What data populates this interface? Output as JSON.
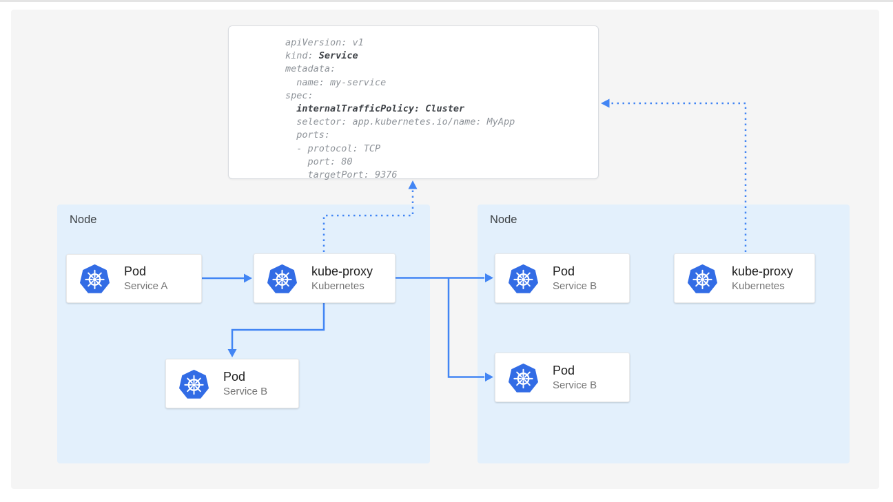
{
  "colors": {
    "page_bg": "#ffffff",
    "top_strip": "#e4e4e4",
    "panel_bg": "#f5f5f5",
    "node_bg": "#e3f0fc",
    "card_bg": "#ffffff",
    "arrow_blue": "#4285f4",
    "kubernetes_blue": "#326ce5",
    "code_text": "#8e9399",
    "code_bold_text": "#3f4348",
    "card_title_text": "#212121",
    "card_subtitle_text": "#757575",
    "node_label_text": "#3c4043"
  },
  "service_yaml": {
    "lines": [
      [
        {
          "t": "apiVersion: v1"
        }
      ],
      [
        {
          "t": "kind: "
        },
        {
          "t": "Service",
          "b": true
        }
      ],
      [
        {
          "t": "metadata:"
        }
      ],
      [
        {
          "t": "  name: my-service"
        }
      ],
      [
        {
          "t": "spec:"
        }
      ],
      [
        {
          "t": "  "
        },
        {
          "t": "internalTrafficPolicy: Cluster",
          "b": true
        }
      ],
      [
        {
          "t": "  selector: app.kubernetes.io/name: MyApp"
        }
      ],
      [
        {
          "t": "  ports:"
        }
      ],
      [
        {
          "t": "  - protocol: TCP"
        }
      ],
      [
        {
          "t": "    port: 80"
        }
      ],
      [
        {
          "t": "    targetPort: 9376"
        }
      ]
    ]
  },
  "nodes": [
    {
      "label": "Node"
    },
    {
      "label": "Node"
    }
  ],
  "cards": [
    {
      "id": "pod-service-a",
      "title": "Pod",
      "subtitle": "Service A",
      "icon": "kubernetes-icon"
    },
    {
      "id": "kube-proxy-left",
      "title": "kube-proxy",
      "subtitle": "Kubernetes",
      "icon": "kubernetes-icon"
    },
    {
      "id": "pod-service-b-left",
      "title": "Pod",
      "subtitle": "Service B",
      "icon": "kubernetes-icon"
    },
    {
      "id": "pod-service-b-right-1",
      "title": "Pod",
      "subtitle": "Service B",
      "icon": "kubernetes-icon"
    },
    {
      "id": "pod-service-b-right-2",
      "title": "Pod",
      "subtitle": "Service B",
      "icon": "kubernetes-icon"
    },
    {
      "id": "kube-proxy-right",
      "title": "kube-proxy",
      "subtitle": "Kubernetes",
      "icon": "kubernetes-icon"
    }
  ],
  "edges": [
    {
      "from": "pod-service-a",
      "to": "kube-proxy-left",
      "style": "solid"
    },
    {
      "from": "kube-proxy-left",
      "to": "pod-service-b-left",
      "style": "solid"
    },
    {
      "from": "kube-proxy-left",
      "to": "pod-service-b-right-1",
      "style": "solid"
    },
    {
      "from": "kube-proxy-left",
      "to": "pod-service-b-right-2",
      "style": "solid"
    },
    {
      "from": "kube-proxy-left",
      "to": "service-yaml-box",
      "style": "dotted"
    },
    {
      "from": "kube-proxy-right",
      "to": "service-yaml-box",
      "style": "dotted"
    }
  ]
}
